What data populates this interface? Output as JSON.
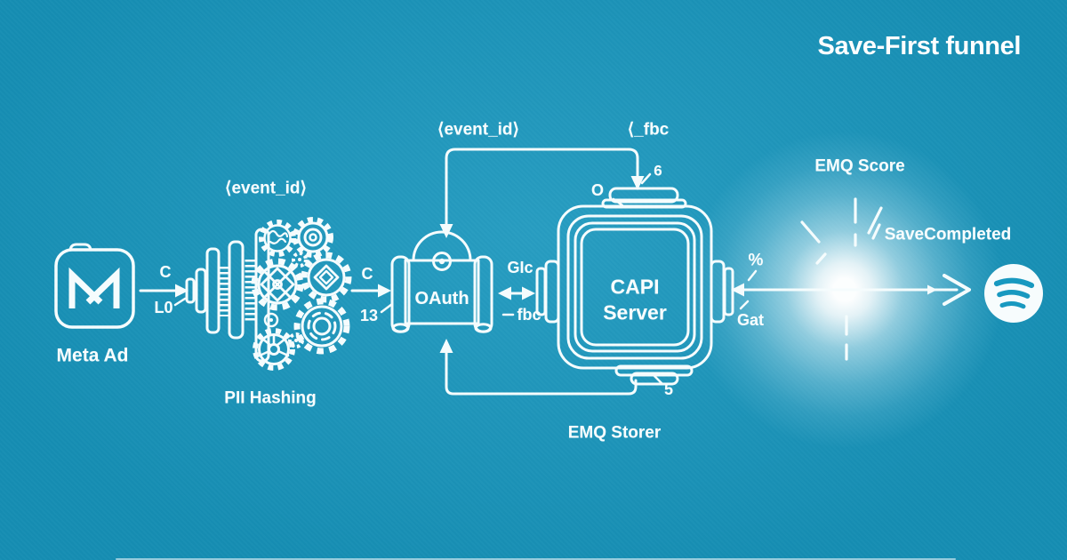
{
  "title": "Save-First funnel",
  "colors": {
    "background": "#1796bd",
    "line": "#f5fcfd",
    "glow": "#ffffff",
    "spotify_arcs": "#1999c0"
  },
  "nodes": {
    "meta_ad": {
      "label": "Meta Ad",
      "icon": "meta-ad-icon"
    },
    "pii_hashing": {
      "label": "PII Hashing",
      "tag": "⟨event_id⟩",
      "icon": "gears-icon"
    },
    "oauth": {
      "label": "OAuth",
      "icon": "scroll-camera-icon"
    },
    "capi_server": {
      "label_line1": "CAPI",
      "label_line2": "Server",
      "icon": "server-box-icon"
    },
    "emq_storer": {
      "label": "EMQ Storer"
    },
    "emq_score": {
      "label": "EMQ Score",
      "icon": "starburst-icon"
    },
    "save_completed": {
      "label": "SaveCompleted"
    },
    "spotify": {
      "icon": "spotify-icon"
    }
  },
  "annotations": {
    "meta_to_hashing_top": "C",
    "meta_to_hashing_bottom": "L0",
    "hashing_to_oauth_top": "C",
    "hashing_to_oauth_bottom": "13",
    "oauth_capi_top": "GIc",
    "oauth_capi_bottom": "fbc",
    "top_connector_left_tag": "⟨event_id⟩",
    "top_connector_right_tag": "⟨_fbc",
    "capi_top_left": "O",
    "capi_top_right": "6",
    "capi_bottom": "5",
    "capi_to_spotify_top": "%",
    "capi_to_spotify_bottom": "Gat"
  }
}
